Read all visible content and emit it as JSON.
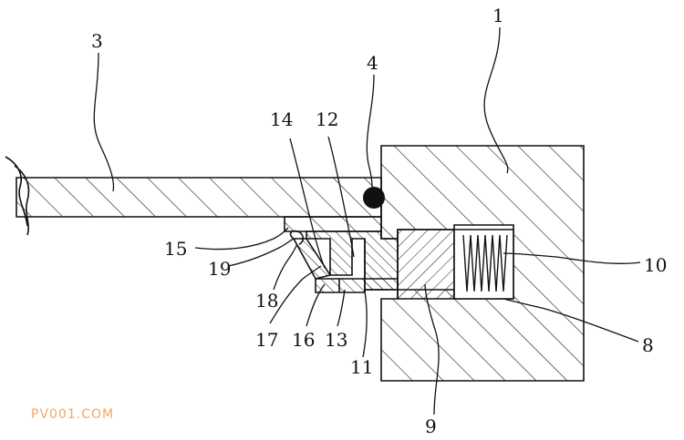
{
  "figure": {
    "callouts": {
      "n1": "1",
      "n3": "3",
      "n4": "4",
      "n8": "8",
      "n9": "9",
      "n10": "10",
      "n11": "11",
      "n12": "12",
      "n13": "13",
      "n14": "14",
      "n15": "15",
      "n16": "16",
      "n17": "17",
      "n18": "18",
      "n19": "19"
    }
  },
  "watermark": "PV001.COM",
  "colors": {
    "line": "#111111",
    "hatch": "#1a1a1a",
    "watermark": "#f0a868"
  }
}
